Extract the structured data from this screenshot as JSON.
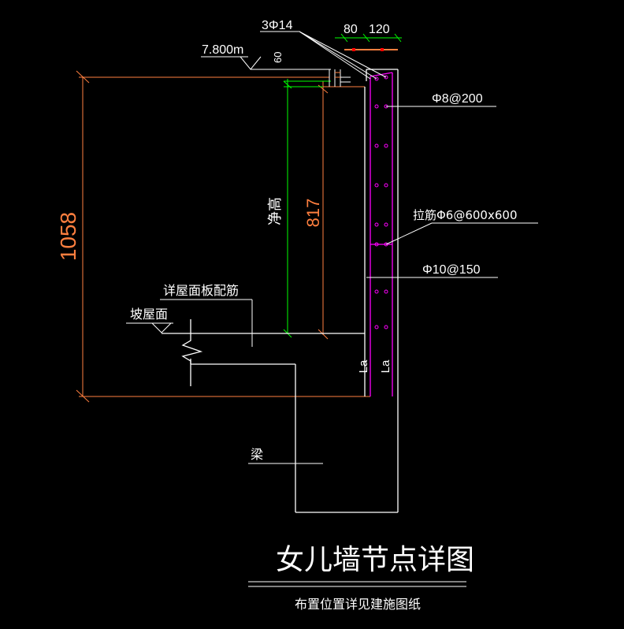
{
  "title": "女儿墙节点详图",
  "subtitle": "布置位置详见建施图纸",
  "annotations": {
    "top_bars": "3Φ14",
    "dim_80": "80",
    "dim_120": "120",
    "elevation": "7.800m",
    "dim_60": "60",
    "stirrup": "Φ8@200",
    "tie_bar": "拉筋Φ6@600x600",
    "vertical_bar": "Φ10@150",
    "roof_slab_note": "详屋面板配筋",
    "slope_roof": "坡屋面",
    "beam": "梁",
    "height_1058": "1058",
    "height_817": "817",
    "clear_height": "净高",
    "la_left": "La",
    "la_right": "La"
  },
  "colors": {
    "background": "#000000",
    "outline": "#ffffff",
    "dimension": "#ff7f3f",
    "green_dim": "#00ff00",
    "rebar": "#ff00ff",
    "text": "#ffffff"
  }
}
